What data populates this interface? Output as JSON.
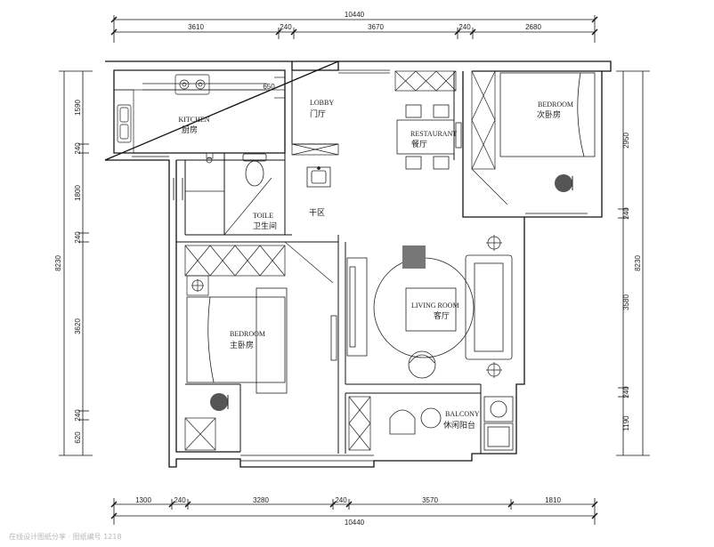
{
  "dimensions": {
    "top_total": "10440",
    "top_segments": [
      "3610",
      "240",
      "3670",
      "240",
      "2680"
    ],
    "bottom_total": "10440",
    "bottom_segments": [
      "1300",
      "240",
      "3280",
      "240",
      "3570",
      "1810"
    ],
    "left_total": "8230",
    "left_segments": [
      "1590",
      "240",
      "1800",
      "240",
      "3620",
      "240",
      "620"
    ],
    "right_total": "8230",
    "right_segments": [
      "2950",
      "240",
      "3580",
      "240",
      "1190"
    ]
  },
  "rooms": {
    "kitchen": {
      "en": "KITCHEN",
      "cn": "厨房"
    },
    "lobby": {
      "en": "LOBBY",
      "cn": "门厅"
    },
    "restaurant": {
      "en": "RESTAURANT",
      "cn": "餐厅"
    },
    "bedroom2": {
      "en": "BEDROOM",
      "cn": "次卧房"
    },
    "toilet": {
      "en": "TOILE",
      "cn": "卫生间"
    },
    "dry_zone": {
      "cn": "干区"
    },
    "master": {
      "en": "BEDROOM",
      "cn": "主卧房"
    },
    "living": {
      "en": "LIVING ROOM",
      "cn": "客厅"
    },
    "balcony": {
      "en": "BALCONY",
      "cn": "休闲阳台"
    }
  },
  "annotations": {
    "kitchen_counter": "650"
  },
  "watermark": "在线设计图纸分享 · 图纸编号 1218"
}
